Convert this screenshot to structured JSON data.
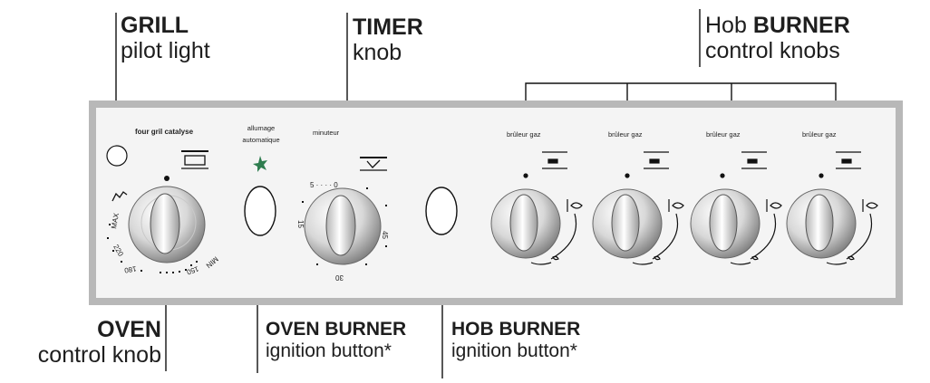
{
  "callouts": {
    "grill": {
      "bold": "GRILL",
      "line2": "pilot light"
    },
    "timer": {
      "bold": "TIMER",
      "line2": "knob"
    },
    "hob_burners": {
      "prefix": "Hob ",
      "bold": "BURNER",
      "line2": "control knobs"
    },
    "oven": {
      "bold": "OVEN",
      "line2": "control knob"
    },
    "oven_burner": {
      "bold": "OVEN BURNER",
      "line2": "ignition button*"
    },
    "hob_burner": {
      "bold": "HOB BURNER",
      "line2": "ignition button*"
    }
  },
  "panel_labels": {
    "oven_section": "four gril catalyse",
    "ignition_line1": "allumage",
    "ignition_line2": "automatique",
    "timer": "minuteur",
    "burner": "brûleur gaz"
  },
  "oven_dial": {
    "max": "MAX",
    "t220": "220",
    "t180": "180",
    "t150": "150",
    "min": "MIN"
  },
  "timer_dial": {
    "t0": "5 · · · · 0",
    "t15": "15",
    "t30": "30",
    "t45": "45"
  },
  "colors": {
    "panel_frame": "#b8b8b8",
    "panel_face": "#f4f4f4",
    "line": "#111111",
    "knob_light": "#f2f2f2",
    "knob_dark": "#8a8a8a",
    "star": "#2e7d4f"
  }
}
